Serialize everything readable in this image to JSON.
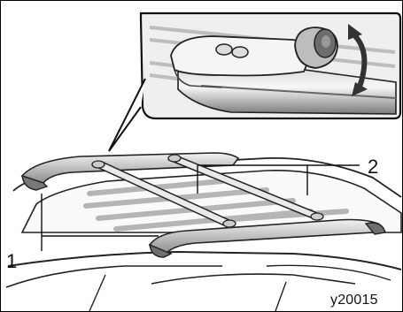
{
  "figure": {
    "callouts": {
      "one": "1",
      "two": "2"
    },
    "image_code": "y20015"
  },
  "colors": {
    "ink": "#111111",
    "light_gray": "#e4e4e4",
    "mid_gray": "#9a9a9a",
    "dark_gray": "#4a4a4a"
  }
}
